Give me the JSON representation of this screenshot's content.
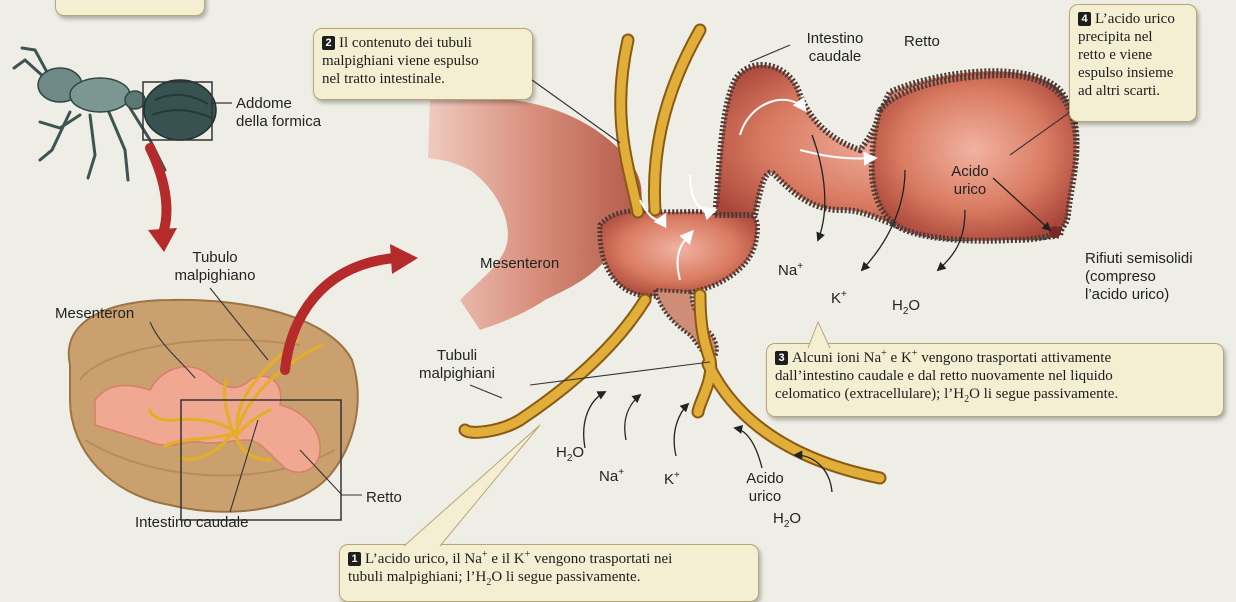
{
  "colors": {
    "tubule": "#d9a43c",
    "gut": "#c9674e",
    "rectum": "#b9523e",
    "arrow": "#b52a2a",
    "box": "#f4efd3"
  },
  "labels": {
    "addome_1": "Addome",
    "addome_2": "della formica",
    "tubulo_1": "Tubulo",
    "tubulo_2": "malpighiano",
    "mesenteron_small": "Mesenteron",
    "retto_small": "Retto",
    "intestino_small": "Intestino caudale",
    "mesenteron_big": "Mesenteron",
    "intestino_big_1": "Intestino",
    "intestino_big_2": "caudale",
    "retto_big": "Retto",
    "acido_1": "Acido",
    "acido_2": "urico",
    "na": "Na",
    "k": "K",
    "h2o_h": "H",
    "h2o_o": "O",
    "sub2": "2",
    "plus": "+",
    "rifiuti_1": "Rifiuti semisolidi",
    "rifiuti_2": "(compreso",
    "rifiuti_3": "l’acido urico)",
    "tubuli_1": "Tubuli",
    "tubuli_2": "malpighiani",
    "acido_bottom_1": "Acido",
    "acido_bottom_2": "urico"
  },
  "callouts": {
    "c1": {
      "num": "1",
      "l1": "L’acido urico, il Na",
      "l1b": " e il K",
      "l1c": " vengono trasportati nei",
      "l2": "tubuli malpighiani; l’H",
      "l2b": "O li segue passivamente."
    },
    "c2": {
      "num": "2",
      "l1": "Il contenuto dei tubuli",
      "l2": "malpighiani viene espulso",
      "l3": "nel tratto intestinale."
    },
    "c3": {
      "num": "3",
      "l1": "Alcuni ioni Na",
      "l1b": " e K",
      "l1c": " vengono trasportati attivamente",
      "l2": "dall’intestino caudale e dal retto nuovamente nel liquido",
      "l3": "celomatico (extracellulare); l’H",
      "l3b": "O li segue passivamente."
    },
    "c4": {
      "num": "4",
      "l1": "L’acido urico",
      "l2": "precipita nel",
      "l3": "retto e viene",
      "l4": "espulso insieme",
      "l5": "ad altri scarti."
    }
  }
}
